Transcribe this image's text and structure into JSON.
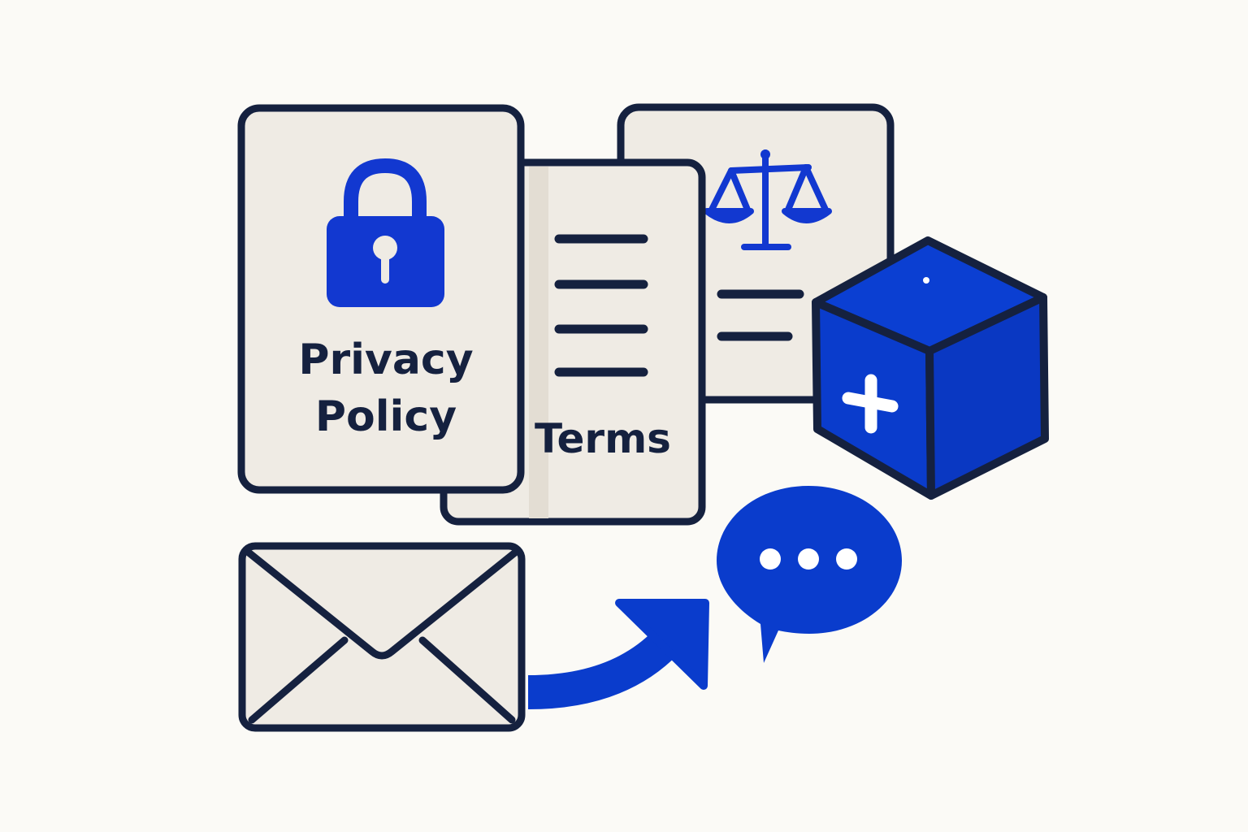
{
  "privacy_card": {
    "title_line1": "Privacy",
    "title_line2": "Policy",
    "icon": "padlock-icon"
  },
  "terms_card": {
    "label": "Terms",
    "icon": "text-lines-icon"
  },
  "legal_card": {
    "icon": "scales-of-justice-icon"
  },
  "box_icon": "cube-plus-icon",
  "envelope_icon": "envelope-icon",
  "arrow_icon": "curved-arrow-icon",
  "chat_icon": "speech-bubble-ellipsis-icon",
  "colors": {
    "background": "#fbfaf6",
    "outline": "#15213f",
    "accent_blue": "#0a3ccc",
    "paper": "#efebe4",
    "paper_shade": "#e4ded4"
  }
}
